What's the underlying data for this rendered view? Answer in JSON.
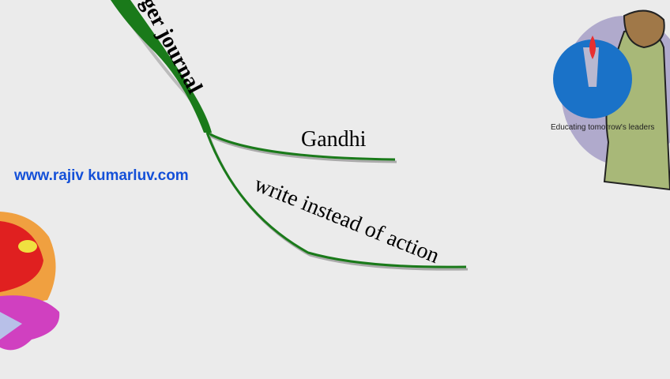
{
  "website": "www.rajiv kumarluv.com",
  "mindmap": {
    "central_branch": "ger journal",
    "branches": [
      "Gandhi",
      "write instead of action"
    ]
  },
  "logo": {
    "tagline": "Educating tomorrow's leaders"
  },
  "colors": {
    "branch": "#1a7a1a",
    "url": "#1450d8",
    "logo": "#1a72c8"
  }
}
